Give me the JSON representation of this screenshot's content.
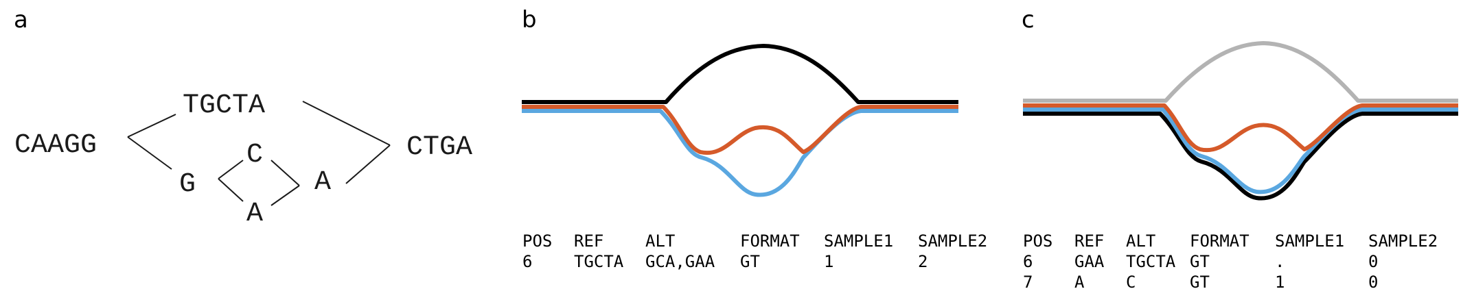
{
  "panels": {
    "a": {
      "label": "a",
      "sequences": {
        "left": "CAAGG",
        "upper": "TGCTA",
        "g": "G",
        "c": "C",
        "a_lower": "A",
        "a_right": "A",
        "right": "CTGA"
      }
    },
    "b": {
      "label": "b",
      "colors": {
        "black": "#000000",
        "orange": "#d55a2a",
        "blue": "#5aa7e0"
      },
      "table": {
        "headers": [
          "POS",
          "REF",
          "ALT",
          "FORMAT",
          "SAMPLE1",
          "SAMPLE2"
        ],
        "rows": [
          [
            "6",
            "TGCTA",
            "GCA,GAA",
            "GT",
            "1",
            "2"
          ]
        ]
      }
    },
    "c": {
      "label": "c",
      "colors": {
        "gray": "#b3b3b3",
        "black": "#000000",
        "orange": "#d55a2a",
        "blue": "#5aa7e0"
      },
      "table": {
        "headers": [
          "POS",
          "REF",
          "ALT",
          "FORMAT",
          "SAMPLE1",
          "SAMPLE2"
        ],
        "rows": [
          [
            "6",
            "GAA",
            "TGCTA",
            "GT",
            ".",
            "0"
          ],
          [
            "7",
            "A",
            "C",
            "GT",
            "1",
            "0"
          ]
        ]
      }
    }
  }
}
